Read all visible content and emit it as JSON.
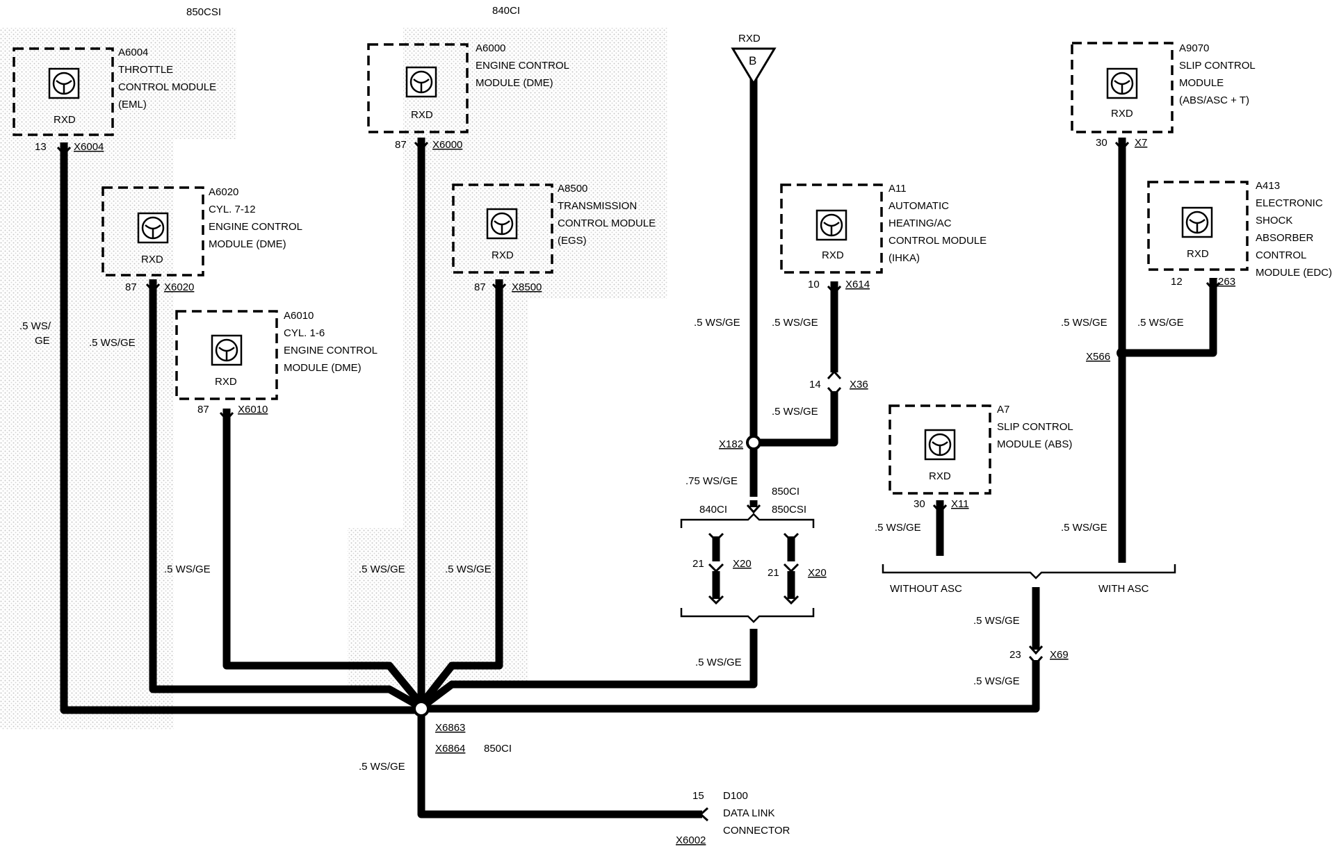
{
  "variants": {
    "left": "850CSI",
    "center": "840CI"
  },
  "rxd": "RXD",
  "modules": {
    "a6004": {
      "id": "A6004",
      "lines": [
        "THROTTLE",
        "CONTROL MODULE",
        "(EML)"
      ],
      "pin": "13",
      "conn": "X6004"
    },
    "a6000": {
      "id": "A6000",
      "lines": [
        "ENGINE CONTROL",
        "MODULE (DME)"
      ],
      "pin": "87",
      "conn": "X6000"
    },
    "a6020": {
      "id": "A6020",
      "lines": [
        "CYL. 7-12",
        "ENGINE CONTROL",
        "MODULE (DME)"
      ],
      "pin": "87",
      "conn": "X6020"
    },
    "a8500": {
      "id": "A8500",
      "lines": [
        "TRANSMISSION",
        "CONTROL MODULE",
        "(EGS)"
      ],
      "pin": "87",
      "conn": "X8500"
    },
    "a6010": {
      "id": "A6010",
      "lines": [
        "CYL. 1-6",
        "ENGINE CONTROL",
        "MODULE (DME)"
      ],
      "pin": "87",
      "conn": "X6010"
    },
    "a11": {
      "id": "A11",
      "lines": [
        "AUTOMATIC",
        "HEATING/AC",
        "CONTROL MODULE",
        "(IHKA)"
      ],
      "pin": "10",
      "conn": "X614"
    },
    "a9070": {
      "id": "A9070",
      "lines": [
        "SLIP CONTROL",
        "MODULE",
        "(ABS/ASC + T)"
      ],
      "pin": "30",
      "conn": "X7"
    },
    "a413": {
      "id": "A413",
      "lines": [
        "ELECTRONIC",
        "SHOCK",
        "ABSORBER",
        "CONTROL",
        "MODULE (EDC)"
      ],
      "pin": "12",
      "conn": "X263"
    },
    "a7": {
      "id": "A7",
      "lines": [
        "SLIP CONTROL",
        "MODULE (ABS)"
      ],
      "pin": "30",
      "conn": "X11"
    }
  },
  "wire_color": ".5 WS/GE",
  "wire_color_split": [
    ".5 WS/",
    "GE"
  ],
  "wire_color_075": ".75 WS/GE",
  "b_ref": {
    "title": "RXD",
    "letter": "B"
  },
  "connectors": {
    "x36": {
      "pin": "14",
      "name": "X36"
    },
    "x182": "X182",
    "x566": "X566",
    "x20_left": {
      "pin": "21",
      "name": "X20"
    },
    "x20_right": {
      "pin": "21",
      "name": "X20"
    },
    "x69": {
      "pin": "23",
      "name": "X69"
    },
    "x6863": "X6863",
    "x6864": "X6864",
    "x6864_variant": "850CI",
    "x6002": "X6002"
  },
  "options": {
    "opt_840ci": "840CI",
    "opt_850ci": "850CI",
    "opt_850csi": "850CSI",
    "without_asc": "WITHOUT ASC",
    "with_asc": "WITH ASC"
  },
  "d100": {
    "pin": "15",
    "lines": [
      "D100",
      "DATA LINK",
      "CONNECTOR"
    ]
  }
}
